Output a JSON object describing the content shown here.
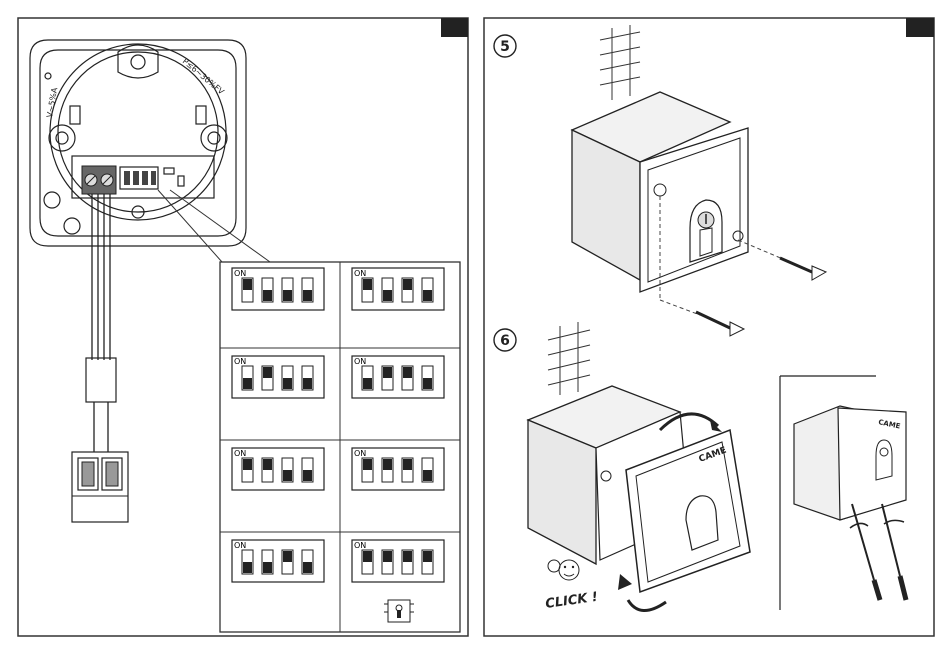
{
  "left_panel": {
    "box_labels": {
      "voltage": "V~5%A",
      "power_spec": "P≤6~30%FV"
    },
    "dip_tables": {
      "on_label": "ON",
      "configs": [
        [
          1,
          0,
          0,
          0
        ],
        [
          1,
          0,
          1,
          0
        ],
        [
          0,
          1,
          0,
          0
        ],
        [
          0,
          1,
          1,
          0
        ],
        [
          1,
          1,
          0,
          0
        ],
        [
          1,
          1,
          1,
          0
        ],
        [
          0,
          0,
          1,
          0
        ],
        [
          1,
          1,
          1,
          1
        ]
      ]
    }
  },
  "right_panel": {
    "step5_number": "5",
    "step6_number": "6",
    "click_text": "CLICK !",
    "brand": "CAME"
  }
}
